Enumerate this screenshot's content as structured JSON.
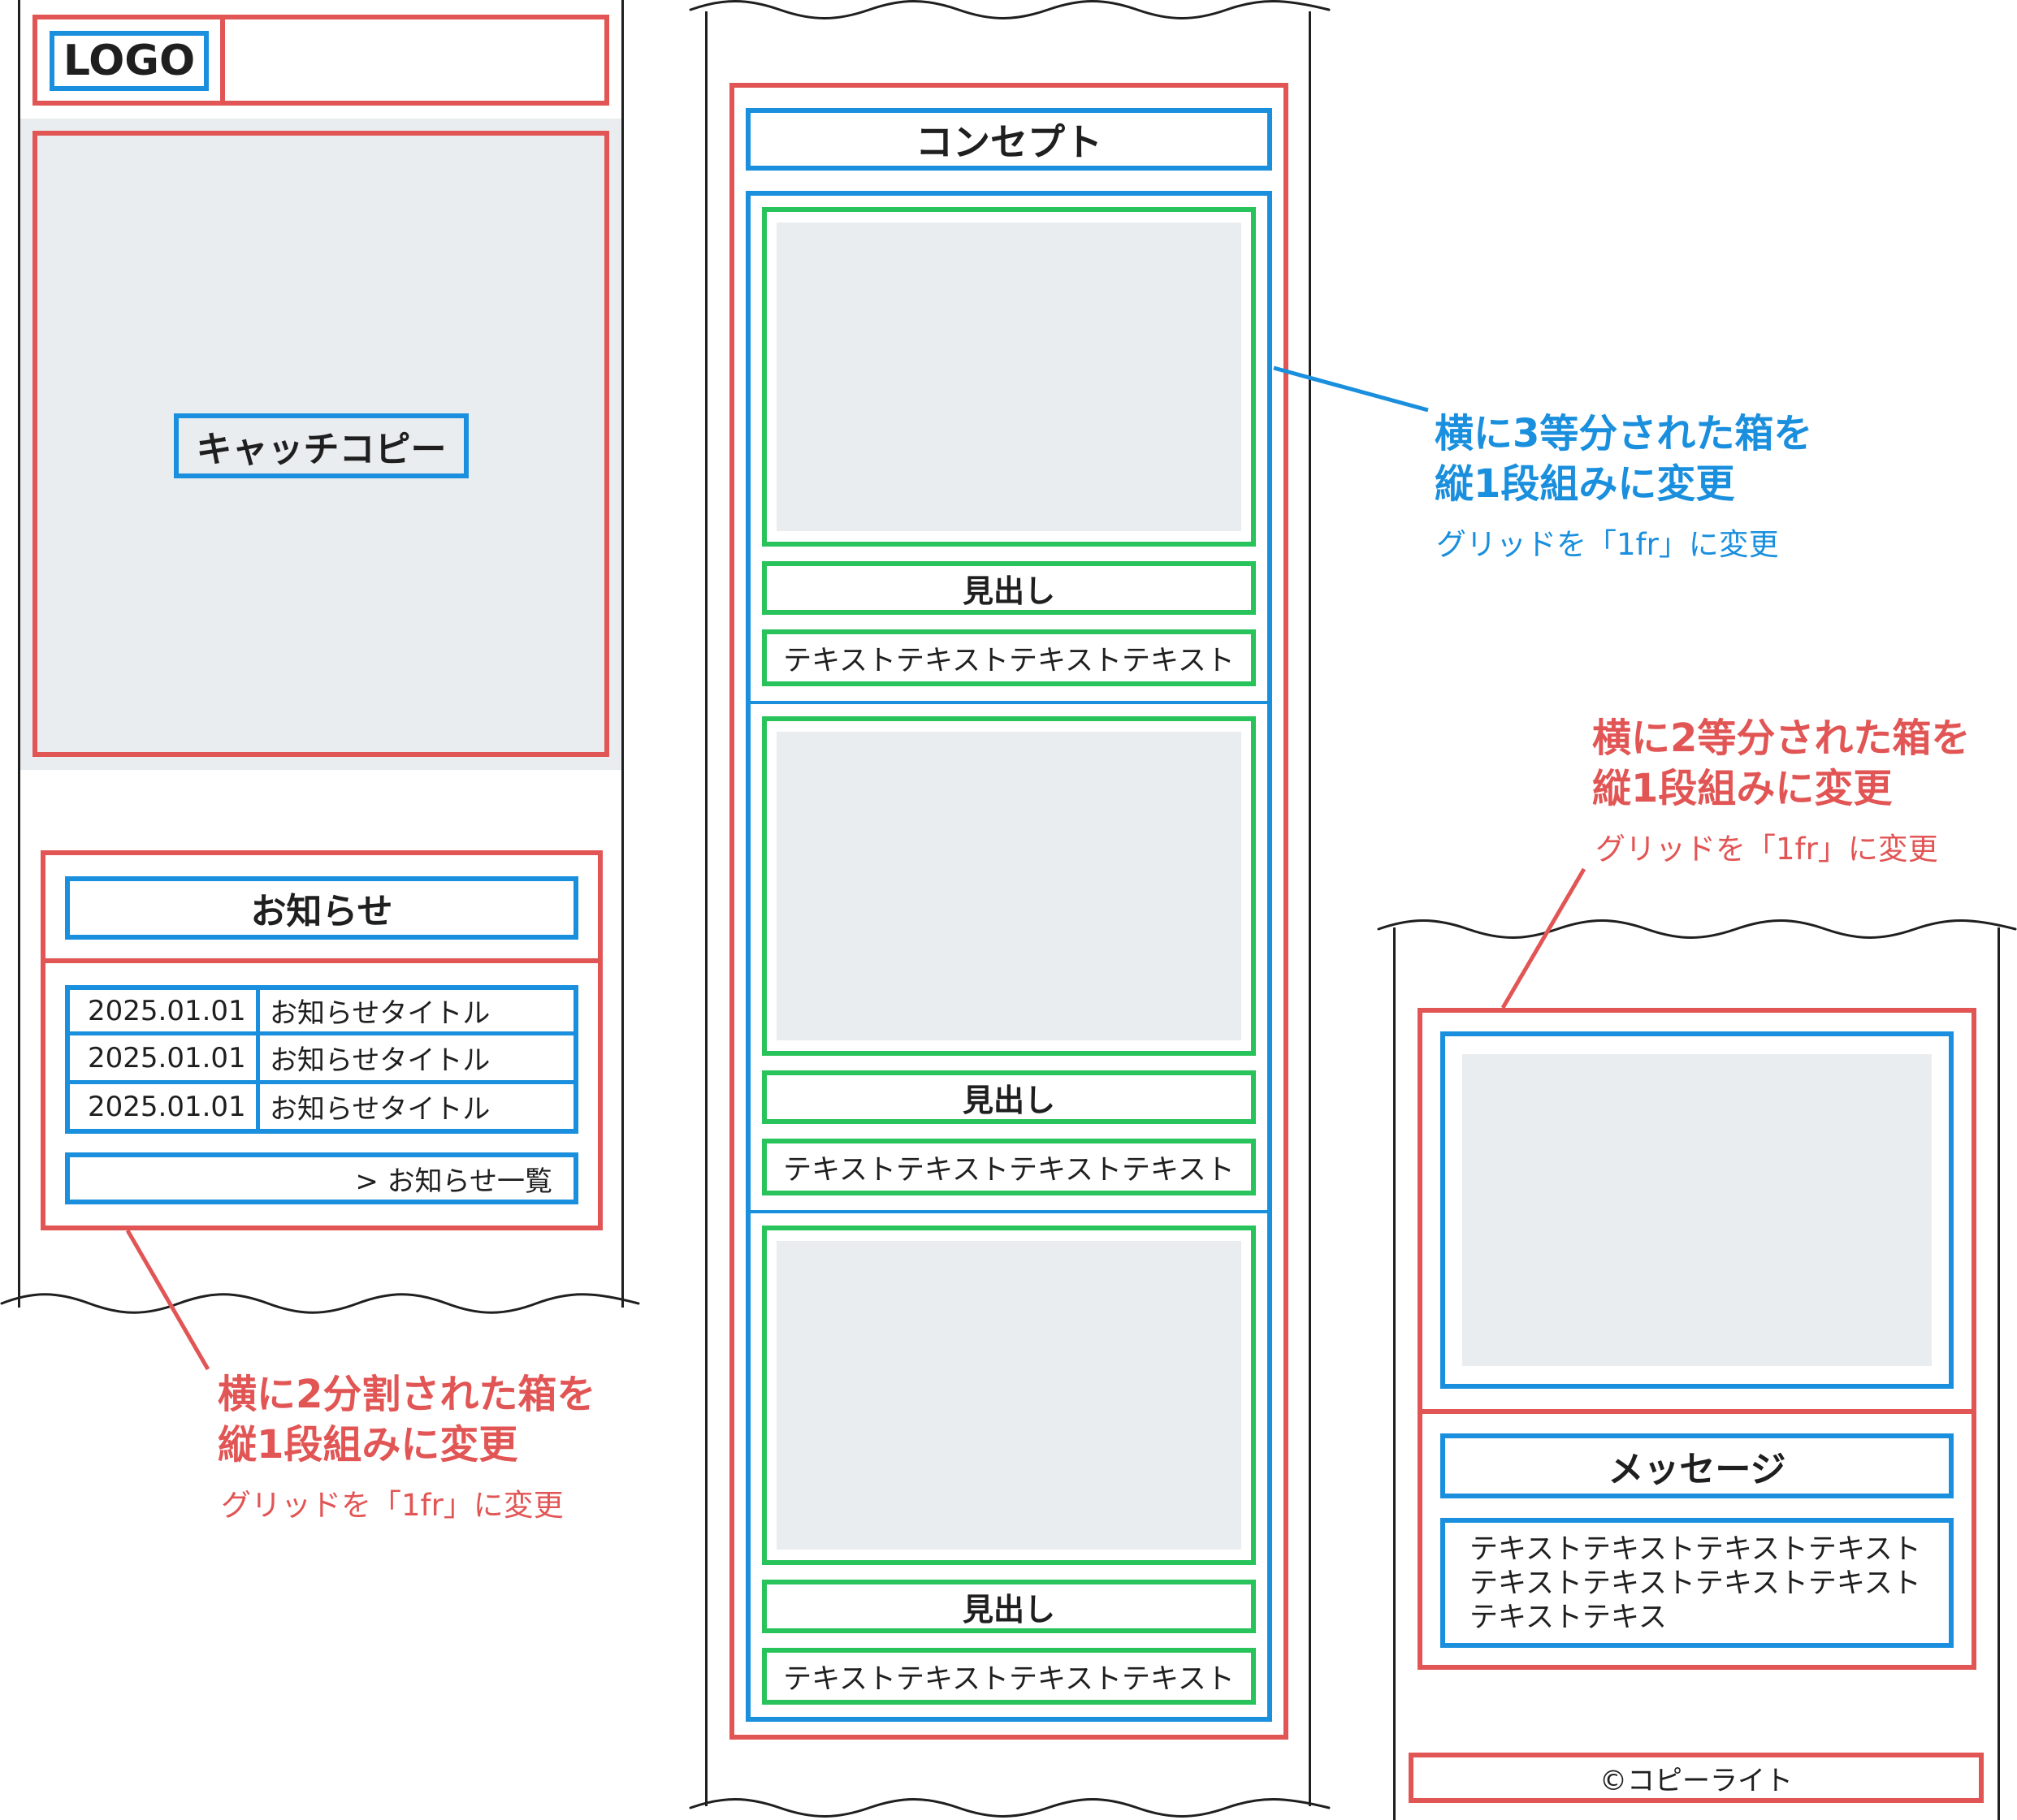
{
  "colors": {
    "red": "#e25555",
    "blue": "#1a8fdd",
    "green": "#28c35a",
    "placeholder": "#eaedef",
    "ink": "#1f1f1f"
  },
  "left_panel": {
    "logo": "LOGO",
    "hero": {
      "catch_copy": "キャッチコピー"
    },
    "news": {
      "title": "お知らせ",
      "items": [
        {
          "date": "2025.01.01",
          "title": "お知らせタイトル"
        },
        {
          "date": "2025.01.01",
          "title": "お知らせタイトル"
        },
        {
          "date": "2025.01.01",
          "title": "お知らせタイトル"
        }
      ],
      "more_link": "> お知らせ一覧"
    },
    "annotation": {
      "main_line1": "横に2分割された箱を",
      "main_line2": "縦1段組みに変更",
      "sub": "グリッドを「1fr」に変更"
    }
  },
  "middle_panel": {
    "title": "コンセプト",
    "cards": [
      {
        "heading": "見出し",
        "text": "テキストテキストテキストテキスト"
      },
      {
        "heading": "見出し",
        "text": "テキストテキストテキストテキスト"
      },
      {
        "heading": "見出し",
        "text": "テキストテキストテキストテキスト"
      }
    ],
    "annotation": {
      "main_line1": "横に3等分された箱を",
      "main_line2": "縦1段組みに変更",
      "sub": "グリッドを「1fr」に変更"
    }
  },
  "right_panel": {
    "message_title": "メッセージ",
    "message_text": [
      "テキストテキストテキストテキスト",
      "テキストテキストテキストテキスト",
      "テキストテキス"
    ],
    "footer": "©コピーライト",
    "annotation": {
      "main_line1": "横に2等分された箱を",
      "main_line2": "縦1段組みに変更",
      "sub": "グリッドを「1fr」に変更"
    }
  }
}
